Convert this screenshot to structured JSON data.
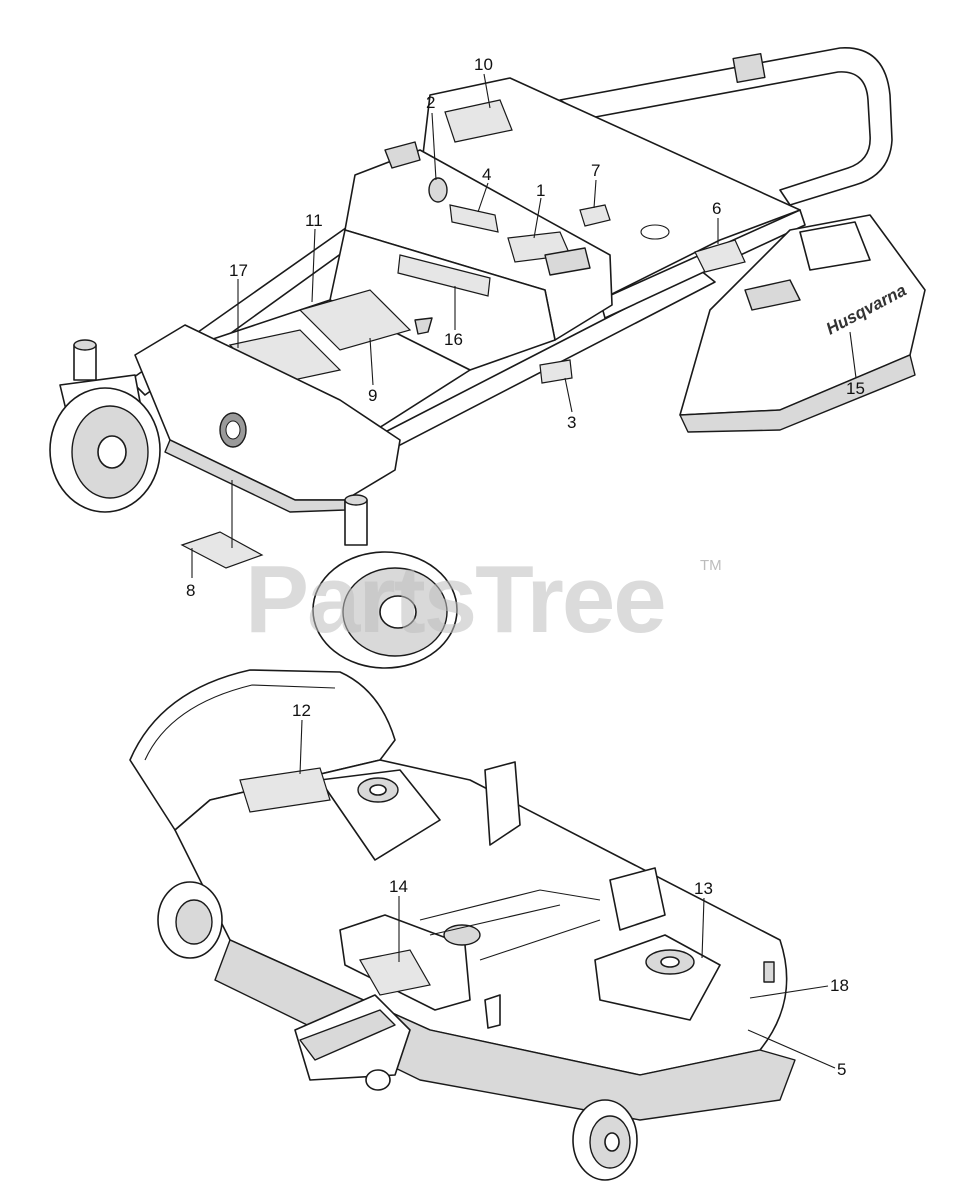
{
  "watermark": {
    "text": "PartsTree",
    "trademark": "TM"
  },
  "brand_text": "Husqvarna",
  "callouts": {
    "c1": "1",
    "c2": "2",
    "c3": "3",
    "c4": "4",
    "c5": "5",
    "c6": "6",
    "c7": "7",
    "c8": "8",
    "c9": "9",
    "c10": "10",
    "c11": "11",
    "c12": "12",
    "c13": "13",
    "c14": "14",
    "c15": "15",
    "c16": "16",
    "c17": "17",
    "c18": "18"
  }
}
